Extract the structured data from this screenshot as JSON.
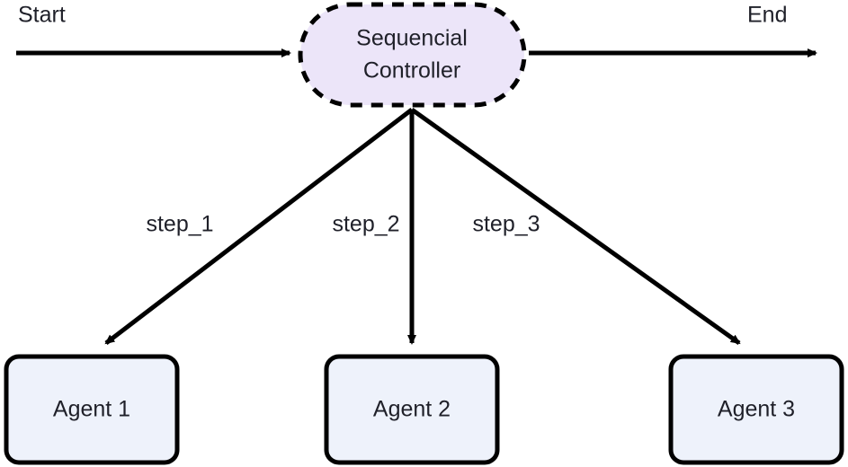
{
  "diagram": {
    "type": "flowchart",
    "direction": "top-down",
    "background": "#ffffff",
    "title_visible": false,
    "endpoints": [
      {
        "id": "start",
        "label": "Start"
      },
      {
        "id": "end",
        "label": "End"
      }
    ],
    "controller": {
      "id": "sequential-controller",
      "shape": "stadium",
      "label_line1": "Sequencial",
      "label_line2": "Controller",
      "fill": "#ece5f9",
      "stroke": "#000000",
      "stroke_style": "dashed",
      "stroke_width": 5,
      "text_color": "#1f2029"
    },
    "agents": [
      {
        "id": "agent-1",
        "label": "Agent 1",
        "fill": "#eef2fb",
        "stroke": "#000000",
        "stroke_style": "solid"
      },
      {
        "id": "agent-2",
        "label": "Agent 2",
        "fill": "#eef2fb",
        "stroke": "#000000",
        "stroke_style": "solid"
      },
      {
        "id": "agent-3",
        "label": "Agent 3",
        "fill": "#eef2fb",
        "stroke": "#000000",
        "stroke_style": "solid"
      }
    ],
    "edges": [
      {
        "id": "edge-start-controller",
        "from": "start",
        "to": "sequential-controller",
        "label": ""
      },
      {
        "id": "edge-controller-end",
        "from": "sequential-controller",
        "to": "end",
        "label": ""
      },
      {
        "id": "edge-step-1",
        "from": "sequential-controller",
        "to": "agent-1",
        "label": "step_1"
      },
      {
        "id": "edge-step-2",
        "from": "sequential-controller",
        "to": "agent-2",
        "label": "step_2"
      },
      {
        "id": "edge-step-3",
        "from": "sequential-controller",
        "to": "agent-3",
        "label": "step_3"
      }
    ],
    "edge_color": "#000000"
  }
}
